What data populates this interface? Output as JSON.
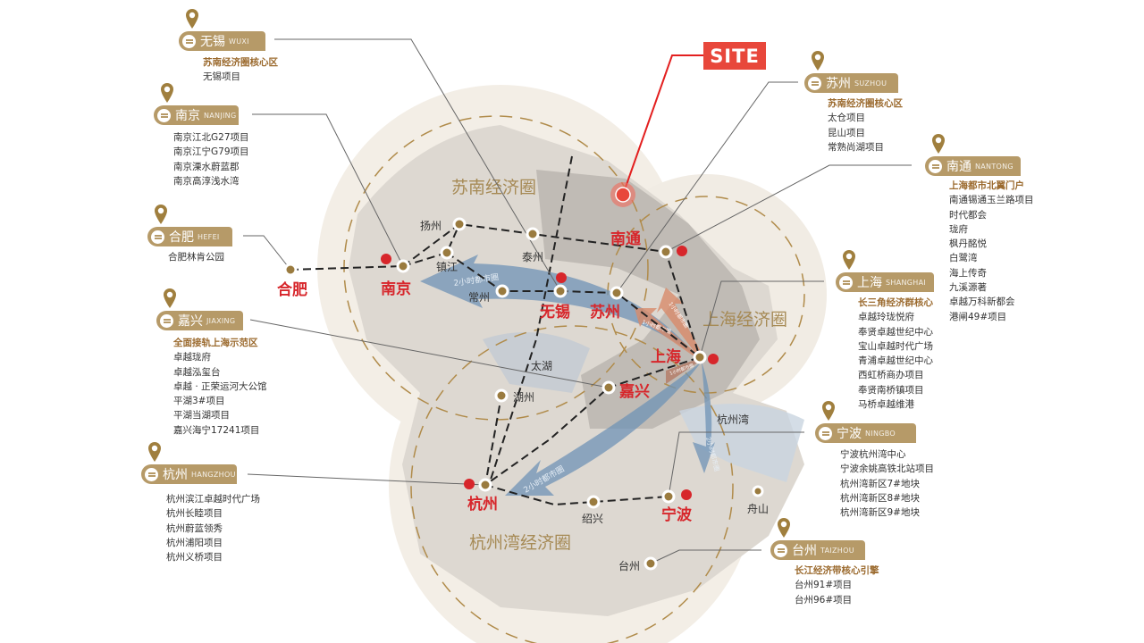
{
  "site_label": "SITE",
  "zones": {
    "sunan": "苏南经济圈",
    "shanghai": "上海经济圈",
    "hzbay": "杭州湾经济圈"
  },
  "arrows": {
    "west": "2小时都市圈",
    "shanghai_a": "1小时都市圈",
    "shanghai_b": "1小时都市圈",
    "shanghai_c": "1小时都市圈",
    "southwest": "2小时都市圈",
    "south": "2小时都市圈"
  },
  "map_cities": {
    "nanjing": "南京",
    "hefei": "合肥",
    "wuxi": "无锡",
    "suzhou": "苏州",
    "nantong": "南通",
    "shanghai": "上海",
    "jiaxing": "嘉兴",
    "hangzhou": "杭州",
    "ningbo": "宁波",
    "yangzhou": "扬州",
    "zhenjiang": "镇江",
    "taizhou_js": "泰州",
    "changzhou": "常州",
    "taihu": "太湖",
    "huzhou": "湖州",
    "shaoxing": "绍兴",
    "zhoushan": "舟山",
    "taizhou": "台州",
    "hzbay": "杭州湾"
  },
  "cards": {
    "wuxi": {
      "cn": "无锡",
      "en": "WUXI",
      "items": [
        "苏南经济圈核心区",
        "无锡项目"
      ]
    },
    "nanjing": {
      "cn": "南京",
      "en": "NANJING",
      "items": [
        "南京江北G27项目",
        "南京江宁G79项目",
        "南京溧水蔚蓝郡",
        "南京高淳浅水湾"
      ]
    },
    "hefei": {
      "cn": "合肥",
      "en": "HEFEI",
      "items": [
        "合肥林肯公园"
      ]
    },
    "jiaxing": {
      "cn": "嘉兴",
      "en": "JIAXING",
      "items": [
        "全面接轨上海示范区",
        "卓越珑府",
        "卓越泓玺台",
        "卓越 · 正荣运河大公馆",
        "平湖3#项目",
        "平湖当湖项目",
        "嘉兴海宁17241项目"
      ]
    },
    "hangzhou": {
      "cn": "杭州",
      "en": "HANGZHOU",
      "items": [
        "杭州滨江卓越时代广场",
        "杭州长睦项目",
        "杭州蔚蓝领秀",
        "杭州浦阳项目",
        "杭州义桥项目"
      ]
    },
    "suzhou": {
      "cn": "苏州",
      "en": "SUZHOU",
      "items": [
        "苏南经济圈核心区",
        "太仓项目",
        "昆山项目",
        "常熟尚湖项目"
      ]
    },
    "nantong": {
      "cn": "南通",
      "en": "NANTONG",
      "items": [
        "上海都市北翼门户",
        "南通锡通玉兰路项目",
        "时代都会",
        "珑府",
        "枫丹酩悦",
        "白鹭湾",
        "海上传奇",
        "九溪源著",
        "卓越万科新都会",
        "港闸49#项目"
      ]
    },
    "shanghai": {
      "cn": "上海",
      "en": "SHANGHAI",
      "items": [
        "长三角经济群核心",
        "卓越玲珑悦府",
        "奉贤卓越世纪中心",
        "宝山卓越时代广场",
        "青浦卓越世纪中心",
        "西虹桥商办项目",
        "奉贤南桥镇项目",
        "马桥卓越维港"
      ]
    },
    "ningbo": {
      "cn": "宁波",
      "en": "NINGBO",
      "items": [
        "宁波杭州湾中心",
        "宁波余姚高铁北站项目",
        "杭州湾新区7#地块",
        "杭州湾新区8#地块",
        "杭州湾新区9#地块"
      ]
    },
    "taizhou": {
      "cn": "台州",
      "en": "TAIZHOU",
      "items": [
        "长江经济带核心引擎",
        "台州91#项目",
        "台州96#项目"
      ]
    }
  },
  "colors": {
    "gold": "#b69a68",
    "red": "#d7262b",
    "site": "#e8473b",
    "blue": "#6f93b5"
  }
}
